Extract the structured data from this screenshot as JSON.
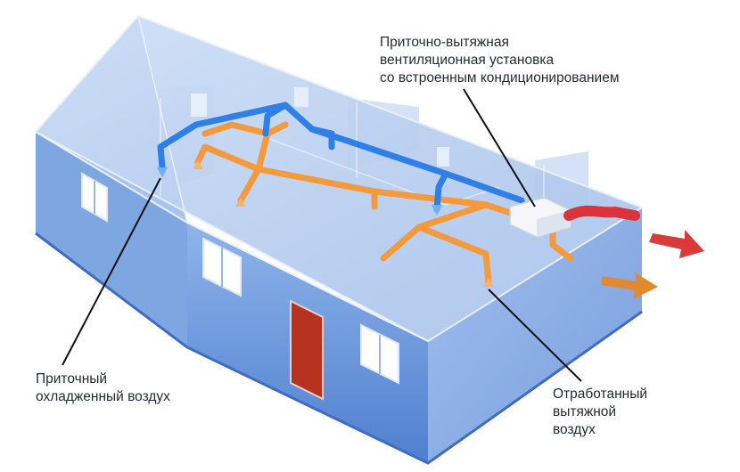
{
  "labels": {
    "unit": {
      "line1": "Приточно-вытяжная",
      "line2": "вентиляционная установка",
      "line3": "со встроенным кондиционированием"
    },
    "supply": {
      "line1": "Приточный",
      "line2": "охладженный воздух"
    },
    "exhaust": {
      "line1": "Отработанный",
      "line2": "вытяжной",
      "line3": "воздух"
    }
  },
  "colors": {
    "wall_front": "#5f8fd6",
    "wall_side": "#7ea6e0",
    "roof": "#b9cfee",
    "supply_duct": "#2f7fe6",
    "exhaust_duct": "#f29a3d",
    "intake_duct": "#d9333c",
    "intake_arrow": "#d93a3a",
    "exhaust_arrow": "#e08a2f",
    "door": "#b5321f",
    "unit_body": "#f4f6f9"
  }
}
